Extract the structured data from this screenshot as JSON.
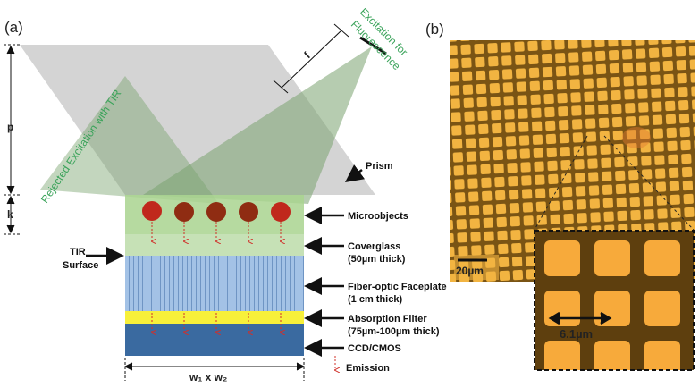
{
  "panel_a": {
    "label": "(a)",
    "excitation_label_line1": "Excitation for",
    "excitation_label_line2": "Fluorescence",
    "rejected_label": "Rejected Excitation with TIR",
    "dim_p": "p",
    "dim_k": "k",
    "dim_f": "f",
    "width_label": "w₁ x w₂",
    "labels": {
      "prism": "Prism",
      "microobjects": "Microobjects",
      "coverglass_1": "Coverglass",
      "coverglass_2": "(50µm thick)",
      "tir_1": "TIR",
      "tir_2": "Surface",
      "faceplate_1": "Fiber-optic Faceplate",
      "faceplate_2": "(1 cm thick)",
      "filter_1": "Absorption Filter",
      "filter_2": "(75µm-100µm thick)",
      "ccd": "CCD/CMOS",
      "emission": "Emission"
    },
    "colors": {
      "prism": "#cfcfcf",
      "beam": "#7fa77a",
      "microobject_layer": "#a9d38f",
      "microobject_red": "#c0281c",
      "microobject_dark": "#8a2a10",
      "faceplate": "#9fbfe3",
      "filter": "#f7f03a",
      "ccd": "#3a6aa0",
      "green_text": "#3aa35a",
      "emission_arrow": "#d0302a"
    }
  },
  "panel_b": {
    "label": "(b)",
    "scale_bar": "20µm",
    "inset_measure": "6.1µm",
    "colors": {
      "grid_bg": "#6b4a12",
      "cell": "#f3b23a",
      "inset_bg": "#5a3c0c",
      "inset_cell": "#f6a93a"
    }
  }
}
